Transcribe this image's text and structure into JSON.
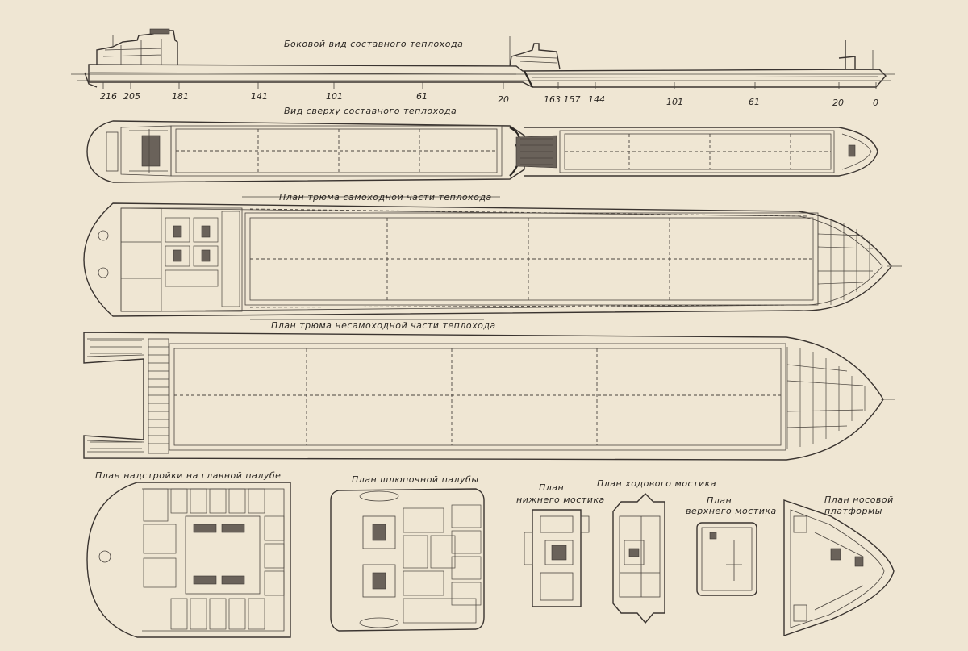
{
  "captions": {
    "side_view": "Боковой вид составного теплохода",
    "top_view": "Вид сверху составного теплохода",
    "hold_self": "План трюма самоходной части теплохода",
    "hold_nonself": "План трюма несамоходной части теплохода",
    "superstructure": "План надстройки на главной палубе",
    "boat_deck": "План шлюпочной палубы",
    "lower_bridge": [
      "План",
      "нижнего мостика"
    ],
    "wheel_bridge": "План ходового мостика",
    "upper_bridge": [
      "План",
      "верхнего мостика"
    ],
    "bow_platform": [
      "План носовой",
      "платформы"
    ]
  },
  "frame_numbers": [
    "216",
    "205",
    "181",
    "141",
    "101",
    "61",
    "20",
    "163 157",
    "144",
    "101",
    "61",
    "20",
    "0"
  ]
}
